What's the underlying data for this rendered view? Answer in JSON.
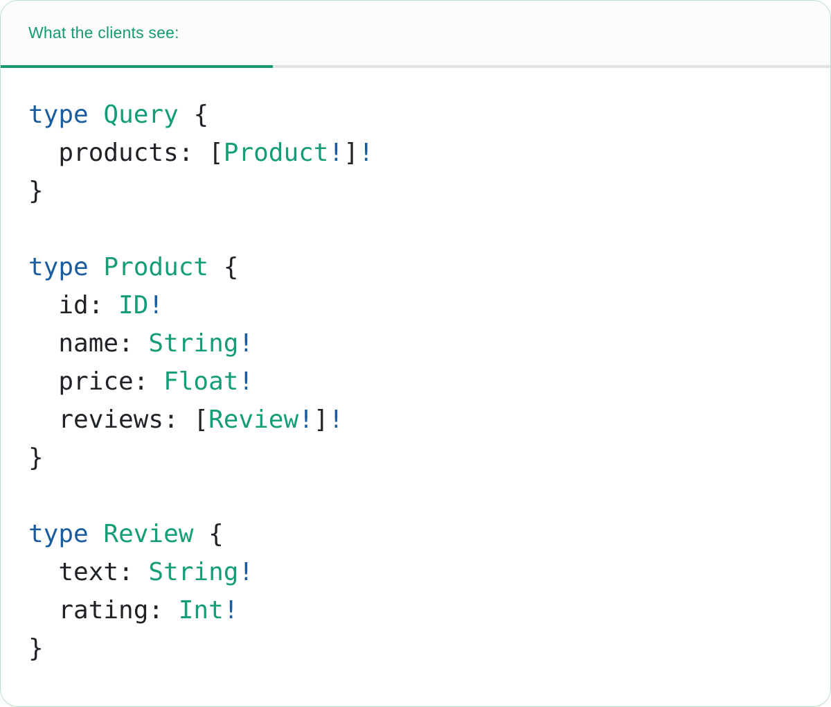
{
  "tab": {
    "label": "What the clients see:"
  },
  "colors": {
    "card_border": "#b9dcc6",
    "tab_bg": "#fbfbfb",
    "tab_text": "#169a73",
    "tab_underline_active": "#169a73",
    "tab_underline_rest": "#e3e3e3",
    "code_keyword": "#1a5c9e",
    "code_type": "#149e77",
    "code_bang": "#1a5c9e",
    "code_plain": "#1f2328"
  },
  "code": {
    "language": "graphql",
    "lines": [
      {
        "tokens": [
          {
            "text": "type",
            "style": "keyword"
          },
          {
            "text": " ",
            "style": "plain"
          },
          {
            "text": "Query",
            "style": "type"
          },
          {
            "text": " {",
            "style": "plain"
          }
        ]
      },
      {
        "tokens": [
          {
            "text": "  products: [",
            "style": "plain"
          },
          {
            "text": "Product",
            "style": "type"
          },
          {
            "text": "!",
            "style": "bang"
          },
          {
            "text": "]",
            "style": "plain"
          },
          {
            "text": "!",
            "style": "bang"
          }
        ]
      },
      {
        "tokens": [
          {
            "text": "}",
            "style": "plain"
          }
        ]
      },
      {
        "tokens": []
      },
      {
        "tokens": [
          {
            "text": "type",
            "style": "keyword"
          },
          {
            "text": " ",
            "style": "plain"
          },
          {
            "text": "Product",
            "style": "type"
          },
          {
            "text": " {",
            "style": "plain"
          }
        ]
      },
      {
        "tokens": [
          {
            "text": "  id: ",
            "style": "plain"
          },
          {
            "text": "ID",
            "style": "type"
          },
          {
            "text": "!",
            "style": "bang"
          }
        ]
      },
      {
        "tokens": [
          {
            "text": "  name: ",
            "style": "plain"
          },
          {
            "text": "String",
            "style": "type"
          },
          {
            "text": "!",
            "style": "bang"
          }
        ]
      },
      {
        "tokens": [
          {
            "text": "  price: ",
            "style": "plain"
          },
          {
            "text": "Float",
            "style": "type"
          },
          {
            "text": "!",
            "style": "bang"
          }
        ]
      },
      {
        "tokens": [
          {
            "text": "  reviews: [",
            "style": "plain"
          },
          {
            "text": "Review",
            "style": "type"
          },
          {
            "text": "!",
            "style": "bang"
          },
          {
            "text": "]",
            "style": "plain"
          },
          {
            "text": "!",
            "style": "bang"
          }
        ]
      },
      {
        "tokens": [
          {
            "text": "}",
            "style": "plain"
          }
        ]
      },
      {
        "tokens": []
      },
      {
        "tokens": [
          {
            "text": "type",
            "style": "keyword"
          },
          {
            "text": " ",
            "style": "plain"
          },
          {
            "text": "Review",
            "style": "type"
          },
          {
            "text": " {",
            "style": "plain"
          }
        ]
      },
      {
        "tokens": [
          {
            "text": "  text: ",
            "style": "plain"
          },
          {
            "text": "String",
            "style": "type"
          },
          {
            "text": "!",
            "style": "bang"
          }
        ]
      },
      {
        "tokens": [
          {
            "text": "  rating: ",
            "style": "plain"
          },
          {
            "text": "Int",
            "style": "type"
          },
          {
            "text": "!",
            "style": "bang"
          }
        ]
      },
      {
        "tokens": [
          {
            "text": "}",
            "style": "plain"
          }
        ]
      }
    ]
  }
}
